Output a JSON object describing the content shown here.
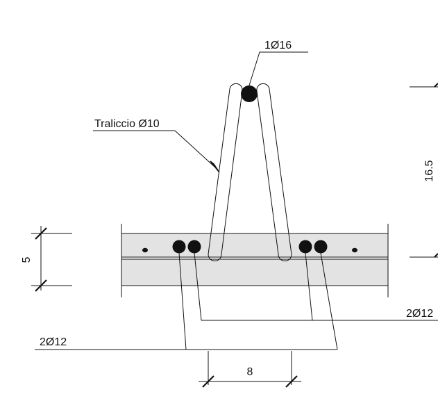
{
  "labels": {
    "top_bar": "1Ø16",
    "truss": "Traliccio Ø10",
    "height_dim": "16.5",
    "slab_dim": "5",
    "right_bars": "2Ø12",
    "left_bars": "2Ø12",
    "spacing_dim": "8"
  },
  "colors": {
    "concrete": "#e3e3e3",
    "line": "#111111",
    "background": "#ffffff"
  }
}
